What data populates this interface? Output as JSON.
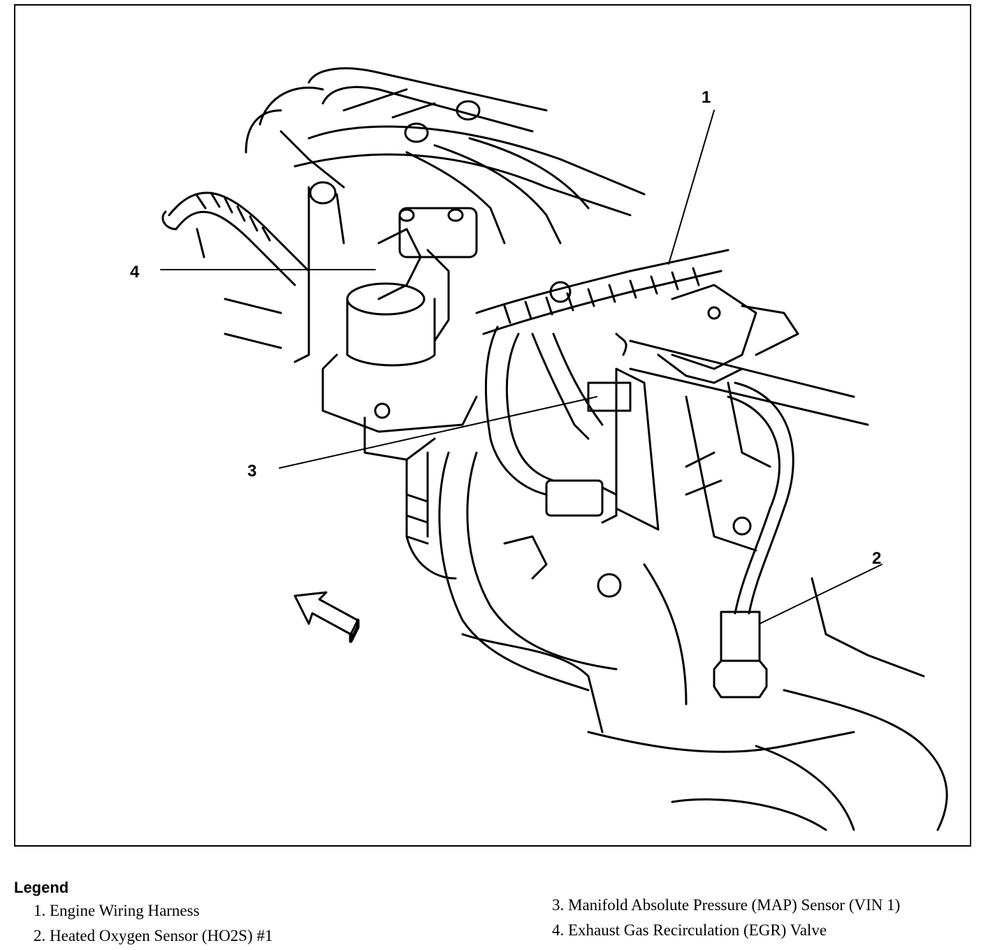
{
  "callouts": [
    "1",
    "2",
    "3",
    "4"
  ],
  "legend": {
    "title": "Legend",
    "items": [
      "1. Engine Wiring Harness",
      "2. Heated Oxygen Sensor (HO2S) #1",
      "3. Manifold Absolute Pressure (MAP) Sensor (VIN 1)",
      "4. Exhaust Gas Recirculation (EGR) Valve"
    ]
  }
}
